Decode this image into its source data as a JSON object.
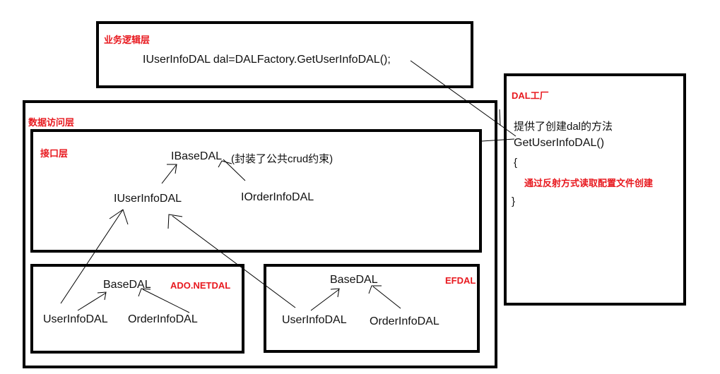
{
  "business_layer": {
    "label": "业务逻辑层",
    "code": "IUserInfoDAL dal=DALFactory.GetUserInfoDAL();"
  },
  "data_access_layer": {
    "label": "数据访问层",
    "interface_layer": {
      "label": "接口层",
      "ibase": "IBaseDAL",
      "ibase_note": "(封装了公共crud约束)",
      "iuser": "IUserInfoDAL",
      "iorder": "IOrderInfoDAL"
    },
    "adonet": {
      "label": "ADO.NETDAL",
      "base": "BaseDAL",
      "user": "UserInfoDAL",
      "order": "OrderInfoDAL"
    },
    "ef": {
      "label": "EFDAL",
      "base": "BaseDAL",
      "user": "UserInfoDAL",
      "order": "OrderInfoDAL"
    }
  },
  "factory": {
    "label": "DAL工厂",
    "desc": "提供了创建dal的方法",
    "method": "GetUserInfoDAL()",
    "open_brace": "{",
    "note": "通过反射方式读取配置文件创建",
    "close_brace": "}"
  },
  "colors": {
    "label_red": "#e8191f",
    "border": "#000000"
  }
}
